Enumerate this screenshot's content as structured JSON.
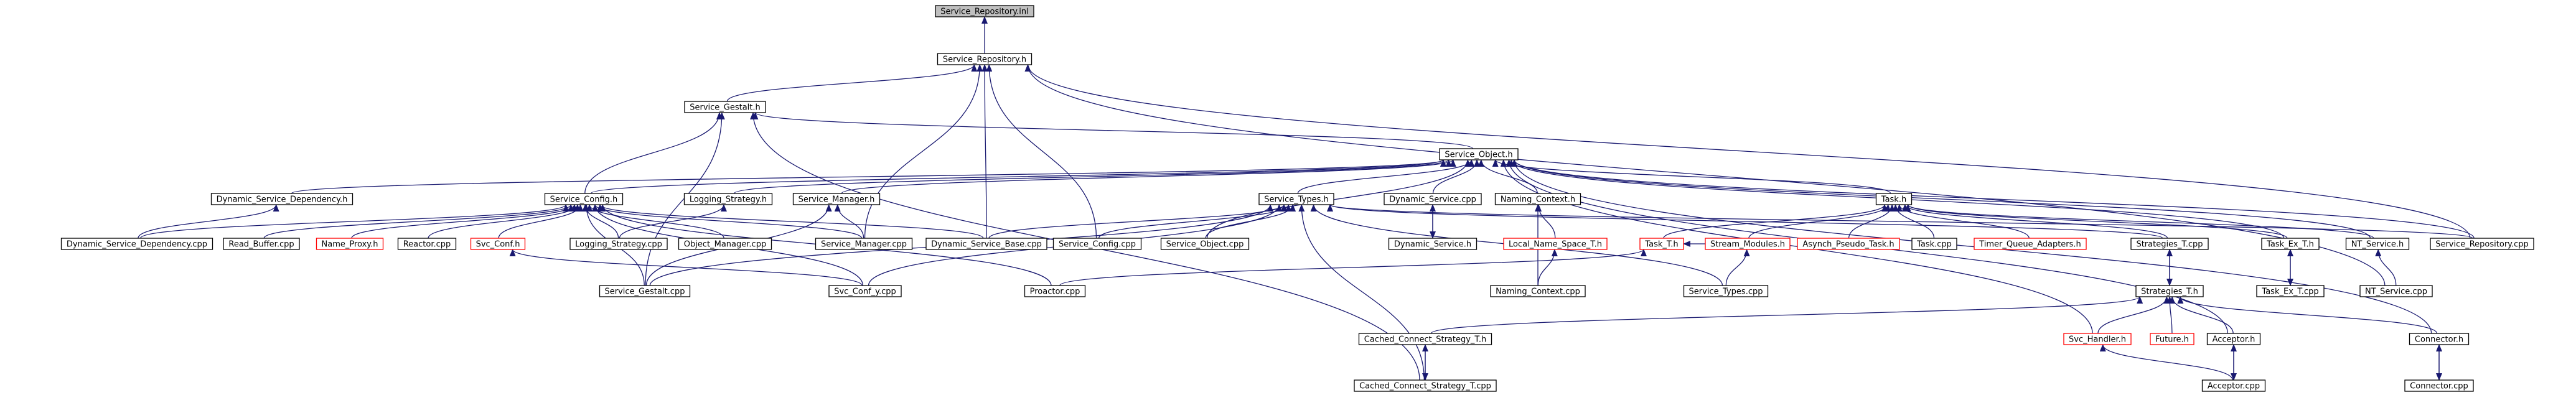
{
  "graph": {
    "nodes": [
      {
        "id": "n_inl",
        "label": "Service_Repository.inl",
        "kind": "root"
      },
      {
        "id": "n_repo_h",
        "label": "Service_Repository.h",
        "kind": "normal"
      },
      {
        "id": "n_gestalt_h",
        "label": "Service_Gestalt.h",
        "kind": "normal"
      },
      {
        "id": "n_object_h",
        "label": "Service_Object.h",
        "kind": "normal"
      },
      {
        "id": "n_dsd_h",
        "label": "Dynamic_Service_Dependency.h",
        "kind": "normal"
      },
      {
        "id": "n_config_h",
        "label": "Service_Config.h",
        "kind": "normal"
      },
      {
        "id": "n_logging_h",
        "label": "Logging_Strategy.h",
        "kind": "normal"
      },
      {
        "id": "n_manager_h",
        "label": "Service_Manager.h",
        "kind": "normal"
      },
      {
        "id": "n_types_h",
        "label": "Service_Types.h",
        "kind": "normal"
      },
      {
        "id": "n_dyn_svc_cpp",
        "label": "Dynamic_Service.cpp",
        "kind": "normal"
      },
      {
        "id": "n_naming_h",
        "label": "Naming_Context.h",
        "kind": "normal"
      },
      {
        "id": "n_task_h",
        "label": "Task.h",
        "kind": "normal"
      },
      {
        "id": "n_dsd_cpp",
        "label": "Dynamic_Service_Dependency.cpp",
        "kind": "normal"
      },
      {
        "id": "n_read_buf",
        "label": "Read_Buffer.cpp",
        "kind": "normal"
      },
      {
        "id": "n_name_proxy",
        "label": "Name_Proxy.h",
        "kind": "red"
      },
      {
        "id": "n_reactor",
        "label": "Reactor.cpp",
        "kind": "normal"
      },
      {
        "id": "n_svc_conf_h",
        "label": "Svc_Conf.h",
        "kind": "red"
      },
      {
        "id": "n_logging_cpp",
        "label": "Logging_Strategy.cpp",
        "kind": "normal"
      },
      {
        "id": "n_objmgr_cpp",
        "label": "Object_Manager.cpp",
        "kind": "normal"
      },
      {
        "id": "n_manager_cpp",
        "label": "Service_Manager.cpp",
        "kind": "normal"
      },
      {
        "id": "n_dsb_cpp",
        "label": "Dynamic_Service_Base.cpp",
        "kind": "normal"
      },
      {
        "id": "n_config_cpp",
        "label": "Service_Config.cpp",
        "kind": "normal"
      },
      {
        "id": "n_object_cpp",
        "label": "Service_Object.cpp",
        "kind": "normal"
      },
      {
        "id": "n_dyn_svc_h",
        "label": "Dynamic_Service.h",
        "kind": "normal"
      },
      {
        "id": "n_lnst_h",
        "label": "Local_Name_Space_T.h",
        "kind": "red"
      },
      {
        "id": "n_task_t_h",
        "label": "Task_T.h",
        "kind": "red"
      },
      {
        "id": "n_stream_mod",
        "label": "Stream_Modules.h",
        "kind": "red"
      },
      {
        "id": "n_async_pt",
        "label": "Asynch_Pseudo_Task.h",
        "kind": "red"
      },
      {
        "id": "n_task_cpp",
        "label": "Task.cpp",
        "kind": "normal"
      },
      {
        "id": "n_tqa_h",
        "label": "Timer_Queue_Adapters.h",
        "kind": "red"
      },
      {
        "id": "n_strat_t_cpp",
        "label": "Strategies_T.cpp",
        "kind": "normal"
      },
      {
        "id": "n_task_ex_h",
        "label": "Task_Ex_T.h",
        "kind": "normal"
      },
      {
        "id": "n_nt_svc_h",
        "label": "NT_Service.h",
        "kind": "normal"
      },
      {
        "id": "n_repo_cpp",
        "label": "Service_Repository.cpp",
        "kind": "normal"
      },
      {
        "id": "n_gestalt_cpp",
        "label": "Service_Gestalt.cpp",
        "kind": "normal"
      },
      {
        "id": "n_svc_conf_y",
        "label": "Svc_Conf_y.cpp",
        "kind": "normal"
      },
      {
        "id": "n_proactor",
        "label": "Proactor.cpp",
        "kind": "normal"
      },
      {
        "id": "n_naming_cpp",
        "label": "Naming_Context.cpp",
        "kind": "normal"
      },
      {
        "id": "n_types_cpp",
        "label": "Service_Types.cpp",
        "kind": "normal"
      },
      {
        "id": "n_strat_t_h",
        "label": "Strategies_T.h",
        "kind": "normal"
      },
      {
        "id": "n_task_ex_cpp",
        "label": "Task_Ex_T.cpp",
        "kind": "normal"
      },
      {
        "id": "n_nt_svc_cpp",
        "label": "NT_Service.cpp",
        "kind": "normal"
      },
      {
        "id": "n_ccs_h",
        "label": "Cached_Connect_Strategy_T.h",
        "kind": "normal"
      },
      {
        "id": "n_svc_handler",
        "label": "Svc_Handler.h",
        "kind": "red"
      },
      {
        "id": "n_future_h",
        "label": "Future.h",
        "kind": "red"
      },
      {
        "id": "n_acceptor_h",
        "label": "Acceptor.h",
        "kind": "normal"
      },
      {
        "id": "n_connector_h",
        "label": "Connector.h",
        "kind": "normal"
      },
      {
        "id": "n_ccs_cpp",
        "label": "Cached_Connect_Strategy_T.cpp",
        "kind": "normal"
      },
      {
        "id": "n_acceptor_cpp",
        "label": "Acceptor.cpp",
        "kind": "normal"
      },
      {
        "id": "n_connector_cpp",
        "label": "Connector.cpp",
        "kind": "normal"
      }
    ]
  }
}
